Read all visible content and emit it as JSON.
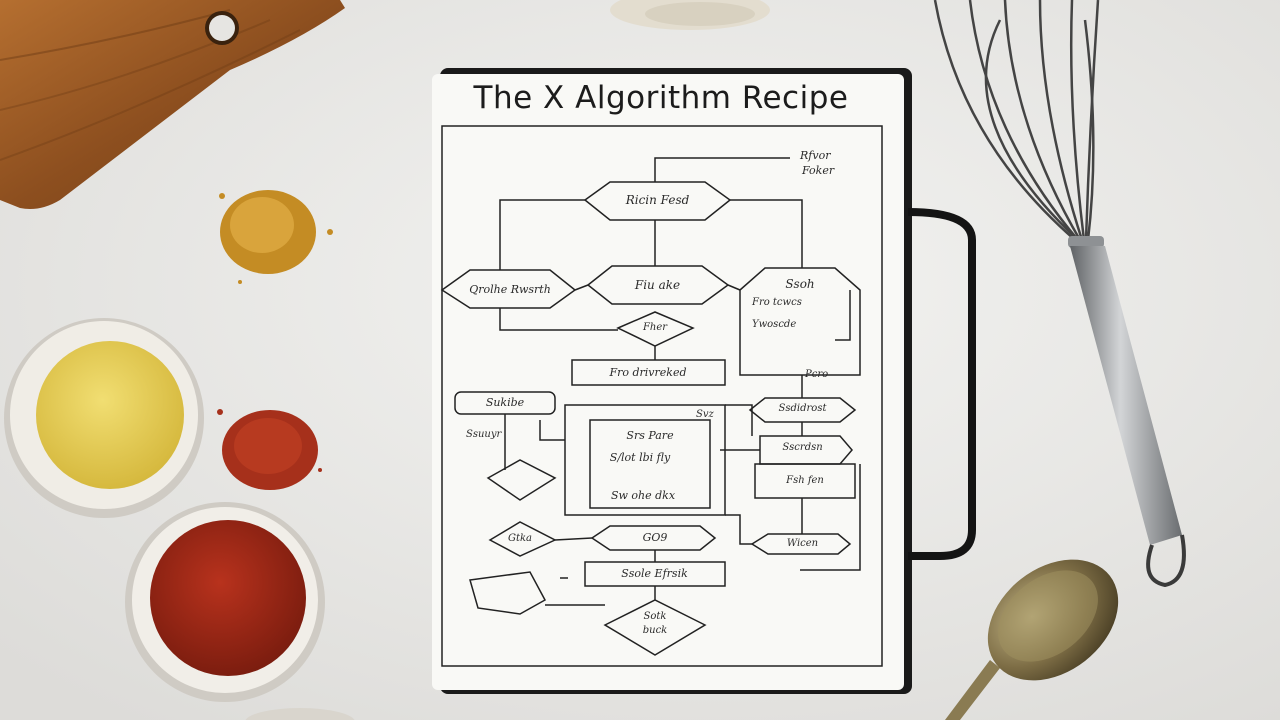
{
  "notebook": {
    "title": "The X Algorithm Recipe",
    "paper_color": "#f9f9f6",
    "ink_color": "#222222"
  },
  "flowchart": {
    "labels": {
      "top_right_note_1": "Rfvor",
      "top_right_note_2": "Foker",
      "top_node": "Ricin Fesd",
      "left_node": "Qrolhe Rwsrth",
      "center_node": "Fiu ake",
      "right_node": "Ssoh",
      "right_note_1": "Fro tcwcs",
      "right_note_2": "Ywoscde",
      "right_note_3": "Pcro",
      "small_diamond": "Fher",
      "middle_box": "Fro drivreked",
      "left_pill": "Sukibe",
      "box_note_1": "Srs Pare",
      "box_note_2": "S/lot lbi fly",
      "box_note_3": "Sw ohe dkx",
      "side_note": "Ssuuyr",
      "right_pill": "Ssdidrost",
      "right_arrow_box": "Sscrdsn",
      "right_arrow_box_2": "Fsh fen",
      "lower_diamond": "Gtka",
      "lower_pill": "GO9",
      "right_pill_low": "Wicen",
      "bottom_box": "Ssole Efrsik",
      "bottom_diamond_1": "Sotk",
      "bottom_diamond_2": "buck",
      "mid_tag": "Svz"
    }
  },
  "colors": {
    "tabletop": "#ececea",
    "cutting_board": "#9a5a25",
    "turmeric": "#c9952c",
    "cornmeal": "#e8d05a",
    "paprika": "#a82e1a",
    "chili_powder": "#9c2414",
    "whisk_steel": "#8a8d90",
    "spoon_metal": "#9a8a60"
  },
  "icons": [
    "whisk-icon",
    "spoon-icon",
    "cutting-board-icon",
    "spice-bowl-icon"
  ]
}
